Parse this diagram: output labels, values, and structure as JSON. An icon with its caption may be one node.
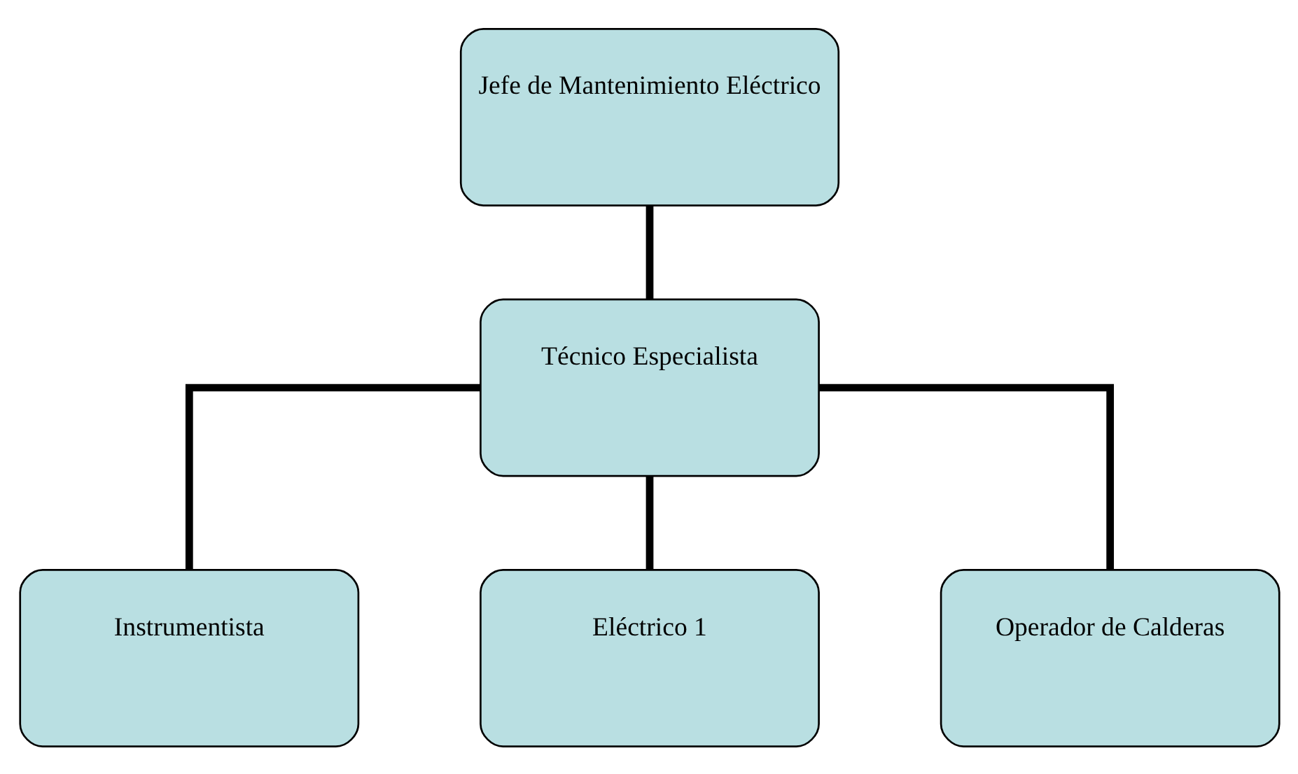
{
  "diagram": {
    "nodes": [
      {
        "text": [
          "Jefe de Mantenimiento Eléctrico"
        ]
      },
      {
        "text": [
          "Técnico Especialista"
        ]
      },
      {
        "text": [
          "Instrumentista"
        ]
      },
      {
        "text": [
          "Eléctrico 1"
        ]
      },
      {
        "text": [
          "Operador de Calderas"
        ]
      }
    ],
    "edges": [
      {
        "from": 0,
        "to": 1,
        "arrow": "none"
      },
      {
        "from": 1,
        "to": 2,
        "arrow": "none"
      },
      {
        "from": 1,
        "to": 3,
        "arrow": "none"
      },
      {
        "from": 1,
        "to": 4,
        "arrow": "none"
      }
    ]
  }
}
